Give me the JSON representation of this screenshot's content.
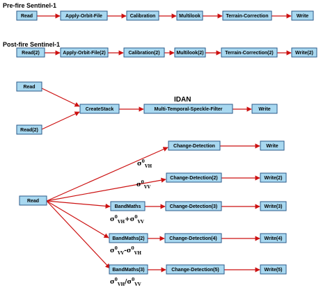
{
  "sections": {
    "prefire_title": "Pre-fire Sentinel-1",
    "postfire_title": "Post-fire Sentinel-1",
    "idan_title": "IDAN"
  },
  "nodes": {
    "pre_read": "Read",
    "pre_orbit": "Apply-Orbit-File",
    "pre_calib": "Calibration",
    "pre_multilook": "Multilook",
    "pre_terrain": "Terrain-Correction",
    "pre_write": "Write",
    "post_read": "Read(2)",
    "post_orbit": "Apply-Orbit-File(2)",
    "post_calib": "Calibration(2)",
    "post_multilook": "Multilook(2)",
    "post_terrain": "Terrain-Correction(2)",
    "post_write": "Write(2)",
    "idan_read": "Read",
    "idan_read2": "Read(2)",
    "idan_stack": "CreateStack",
    "idan_speckle": "Multi-Temporal-Speckle-Filter",
    "idan_write": "Write",
    "cd_read": "Read",
    "cd1": "Change-Detection",
    "cd1_write": "Write",
    "cd2": "Change-Detection(2)",
    "cd2_write": "Write(2)",
    "bm1": "BandMaths",
    "cd3": "Change-Detection(3)",
    "cd3_write": "Write(3)",
    "bm2": "BandMaths(2)",
    "cd4": "Change-Detection(4)",
    "cd4_write": "Write(4)",
    "bm3": "BandMaths(3)",
    "cd5": "Change-Detection(5)",
    "cd5_write": "Write(5)"
  },
  "sigma_labels": {
    "vh": {
      "base": "σ",
      "sup": "0",
      "sub": "VH"
    },
    "vv": {
      "base": "σ",
      "sup": "0",
      "sub": "VV"
    },
    "sum": {
      "a": "σ",
      "a_sup": "0",
      "a_sub": "VH",
      "op": "+",
      "b": "σ",
      "b_sup": "0",
      "b_sub": "VV"
    },
    "diff": {
      "a": "σ",
      "a_sup": "0",
      "a_sub": "VV",
      "op": "-",
      "b": "σ",
      "b_sup": "0",
      "b_sub": "VH"
    },
    "ratio": {
      "a": "σ",
      "a_sup": "0",
      "a_sub": "VH",
      "op": "/",
      "b": "σ",
      "b_sup": "0",
      "b_sub": "VV"
    }
  },
  "colors": {
    "node_fill": "#a8d8f0",
    "node_border": "#2a5a8a",
    "edge": "#cc1111"
  }
}
